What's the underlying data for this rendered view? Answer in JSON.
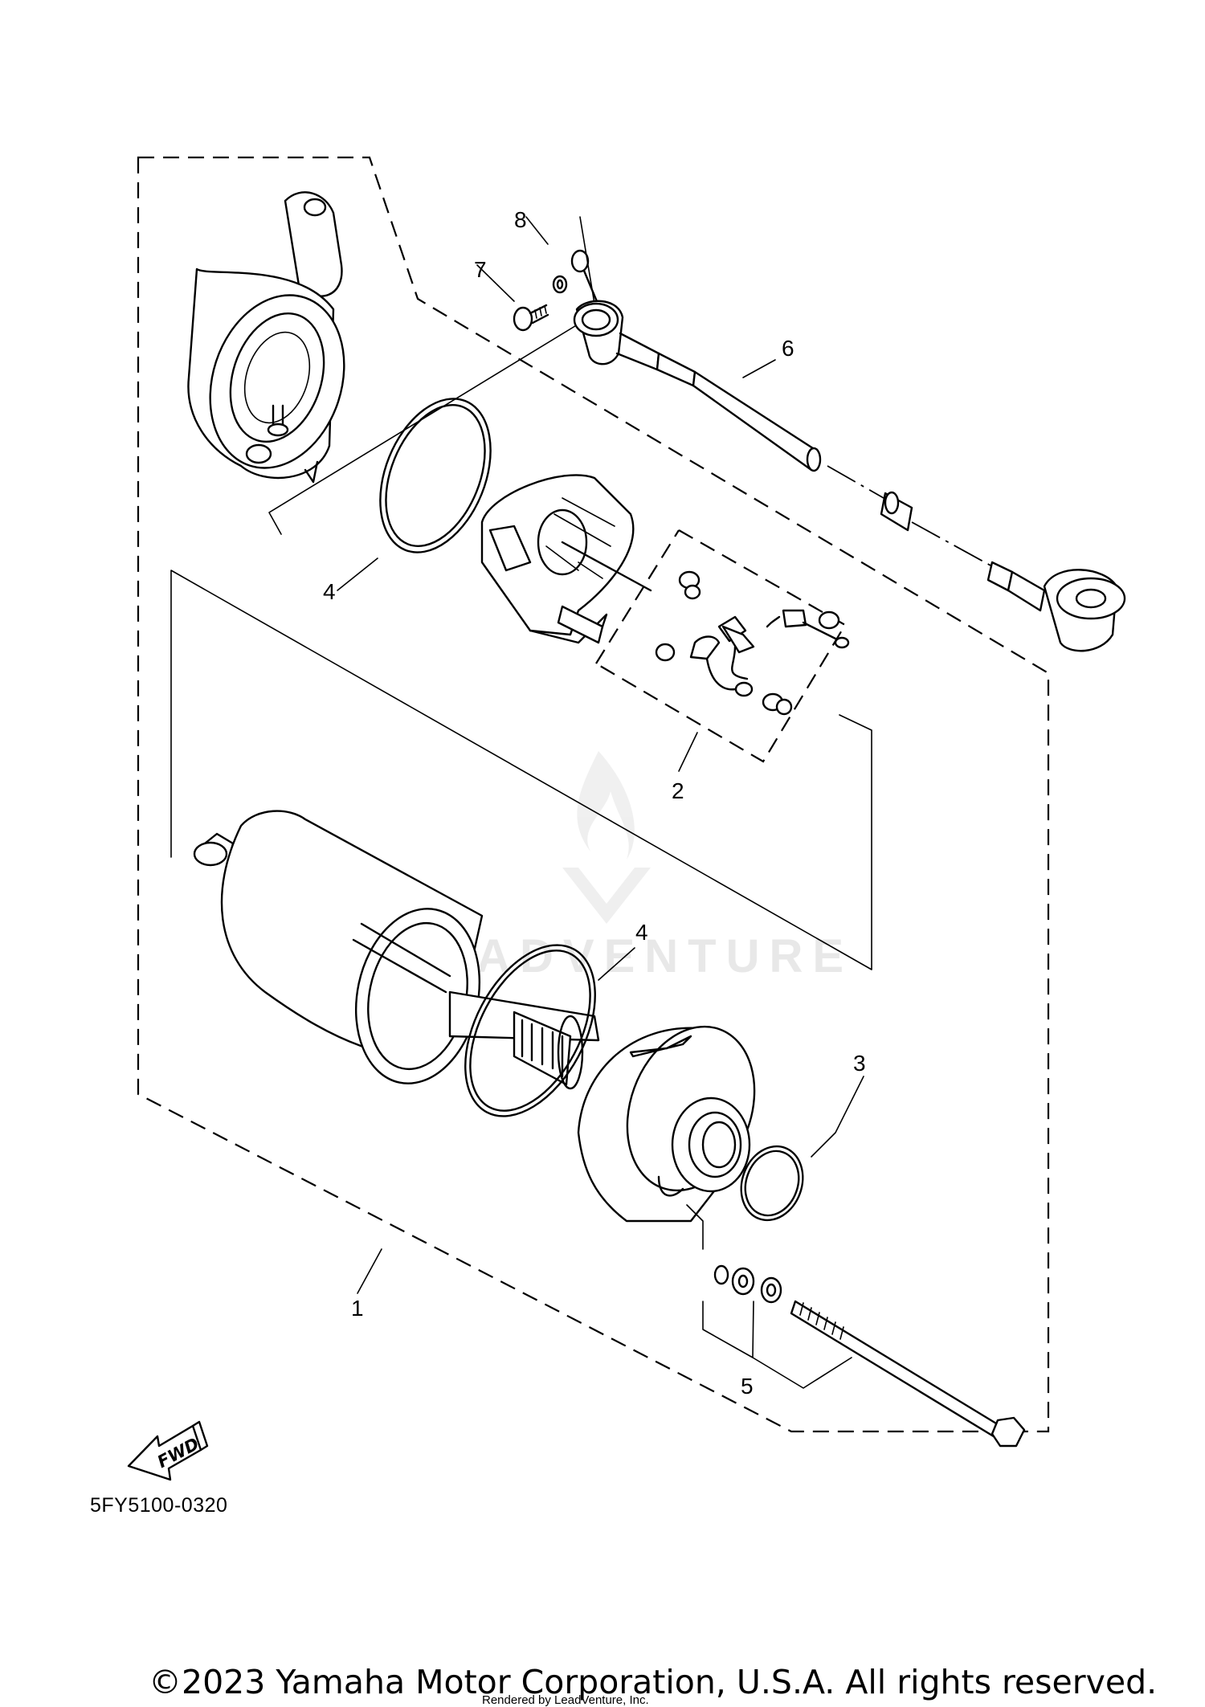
{
  "diagram": {
    "callouts": [
      {
        "id": "1",
        "text": "1"
      },
      {
        "id": "2",
        "text": "2"
      },
      {
        "id": "3",
        "text": "3"
      },
      {
        "id": "4a",
        "text": "4"
      },
      {
        "id": "4b",
        "text": "4"
      },
      {
        "id": "5",
        "text": "5"
      },
      {
        "id": "6",
        "text": "6"
      },
      {
        "id": "7",
        "text": "7"
      },
      {
        "id": "8",
        "text": "8"
      }
    ],
    "diagram_code": "5FY5100-0320",
    "fwd_label": "FWD",
    "watermark": "LEADVENTURE"
  },
  "footer": {
    "copyright": "©2023 Yamaha Motor Corporation, U.S.A. All rights reserved.",
    "rendered_by": "Rendered by LeadVenture, Inc."
  }
}
